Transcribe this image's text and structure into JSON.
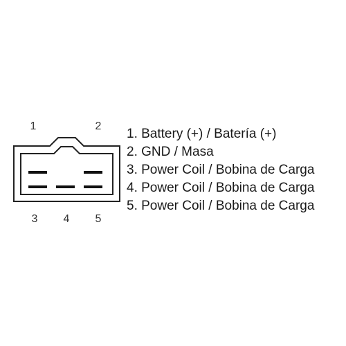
{
  "connector": {
    "pin_labels_top": [
      "1",
      "2"
    ],
    "pin_labels_bottom": [
      "3",
      "4",
      "5"
    ],
    "stroke_color": "#222222"
  },
  "legend": {
    "items": [
      "1. Battery (+) / Batería (+)",
      "2. GND / Masa",
      "3. Power Coil / Bobina de Carga",
      "4. Power Coil / Bobina de Carga",
      "5. Power Coil / Bobina de Carga"
    ]
  }
}
